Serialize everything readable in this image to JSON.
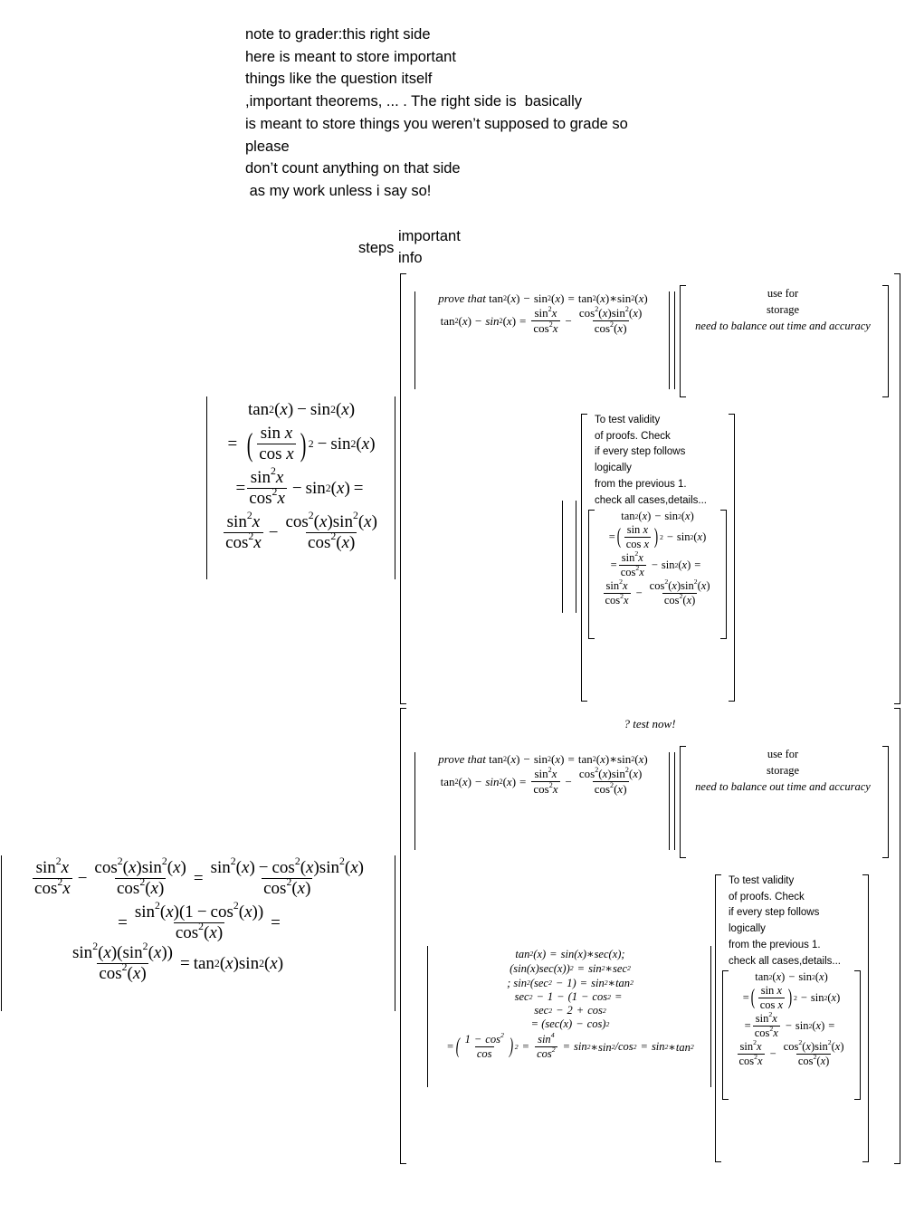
{
  "note_lines": [
    "note to grader:this right side",
    "here is meant to store important",
    "things like the question itself",
    ",important theorems, ... . The right side is  basically",
    "is meant to store things you weren’t supposed to grade so",
    "please",
    "don’t count anything on that side",
    " as my work unless i say so!"
  ],
  "headers": {
    "steps": "steps",
    "important_line1": "important",
    "important_line2": "info"
  },
  "info_box": {
    "line1": "use for",
    "line2": "storage",
    "line3": "need to balance out time and accuracy"
  },
  "test_box": {
    "lines": [
      "To test validity",
      "of proofs. Check",
      "if every step follows",
      "logically",
      "from the previous 1.",
      "check all cases,details..."
    ]
  },
  "question": {
    "prove_that": "prove that"
  },
  "test_now": "? test now!"
}
